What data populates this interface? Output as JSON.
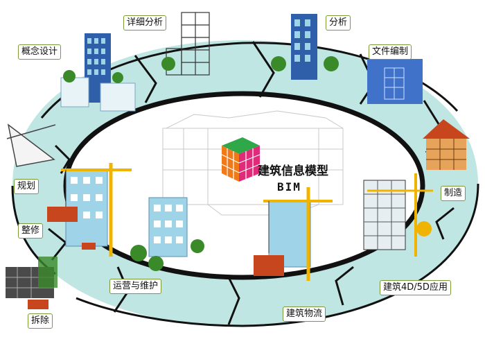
{
  "center": {
    "title": "建筑信息模型",
    "subtitle": "BIM",
    "icon": "rubik-cube-icon"
  },
  "stages": [
    {
      "id": "concept",
      "label": "概念设计"
    },
    {
      "id": "detail",
      "label": "详细分析"
    },
    {
      "id": "analysis",
      "label": "分析"
    },
    {
      "id": "docs",
      "label": "文件编制"
    },
    {
      "id": "manufacture",
      "label": "制造"
    },
    {
      "id": "construction4d5d",
      "label": "建筑4D/5D应用"
    },
    {
      "id": "logistics",
      "label": "建筑物流"
    },
    {
      "id": "operations",
      "label": "运营与维护"
    },
    {
      "id": "renovation",
      "label": "整修"
    },
    {
      "id": "demolition",
      "label": "拆除"
    },
    {
      "id": "planning",
      "label": "规划"
    }
  ],
  "colors": {
    "ring": "#bfe6e3",
    "ring_border": "#1a1a1a",
    "building": "#9fd3e8",
    "building_dark": "#2f5fa8",
    "crane": "#f0b400",
    "brick": "#c8461e",
    "tree": "#3a8a2a"
  }
}
